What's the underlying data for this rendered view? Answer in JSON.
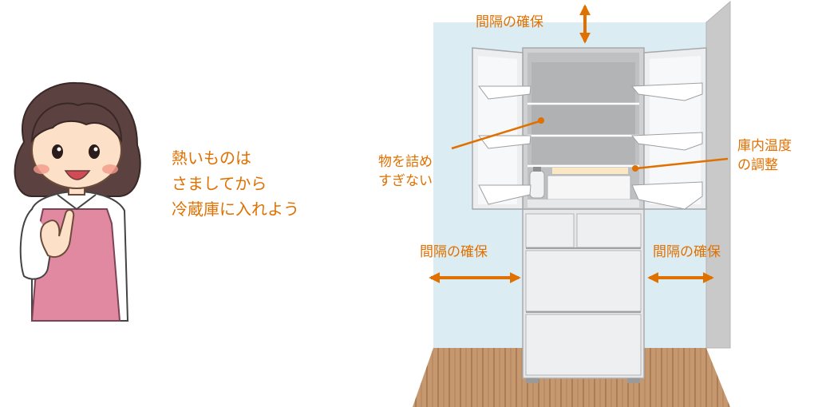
{
  "tip_lines": [
    "熱いものは",
    "さましてから",
    "冷蔵庫に入れよう"
  ],
  "labels": {
    "clearance_top": "間隔の確保",
    "clearance_left": "間隔の確保",
    "clearance_right": "間隔の確保",
    "dont_overfill_line1": "物を詰め",
    "dont_overfill_line2": "すぎない",
    "temp_adjust_line1": "庫内温度",
    "temp_adjust_line2": "の調整"
  },
  "colors": {
    "accent": "#e07000",
    "wall": "#dcecf3",
    "floor": "#c99a6e",
    "fridge_body": "#e7e8ea",
    "apron": "#e289a2"
  },
  "icons": {
    "woman": "woman-with-apron-icon",
    "fridge": "open-refrigerator-icon",
    "arrows": "double-arrow-icon"
  }
}
